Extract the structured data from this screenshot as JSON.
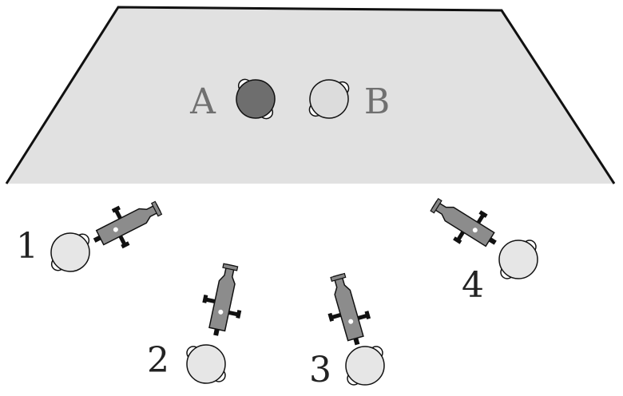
{
  "stage": {
    "fill": "#e1e1e1",
    "outline": "#111111"
  },
  "subjects": [
    {
      "label": "A",
      "color": "#6e6e6e"
    },
    {
      "label": "B",
      "color": "#dcdcdc"
    }
  ],
  "cameras": [
    {
      "label": "1",
      "operator_color": "#e6e6e6",
      "camera_color": "#8c8c8c"
    },
    {
      "label": "2",
      "operator_color": "#e6e6e6",
      "camera_color": "#8c8c8c"
    },
    {
      "label": "3",
      "operator_color": "#e6e6e6",
      "camera_color": "#8c8c8c"
    },
    {
      "label": "4",
      "operator_color": "#e6e6e6",
      "camera_color": "#8c8c8c"
    }
  ],
  "label_color": "#707070",
  "number_color": "#222222"
}
